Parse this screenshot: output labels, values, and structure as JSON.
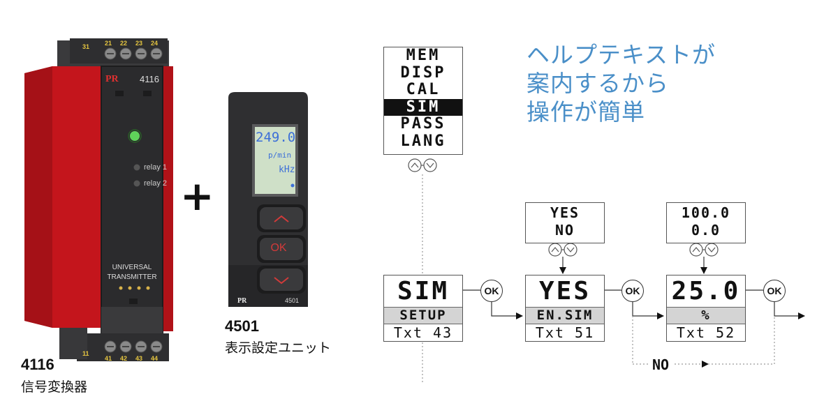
{
  "transmitter": {
    "brand": "PR",
    "model": "4116",
    "relay1": "relay 1",
    "relay2": "relay 2",
    "label_line1": "UNIVERSAL",
    "label_line2": "TRANSMITTER",
    "terminals_top": [
      "31",
      "21",
      "22",
      "23",
      "24"
    ],
    "terminals_bottom": [
      "11",
      "41",
      "42",
      "43",
      "44"
    ],
    "caption_number": "4116",
    "caption_text": "信号変換器"
  },
  "plus_sign": "+",
  "display_unit": {
    "brand": "PR",
    "model": "4501",
    "screen_value": "249.0",
    "screen_unit1": "p/min",
    "screen_unit2": "kHz",
    "ok_button": "OK",
    "caption_number": "4501",
    "caption_text": "表示設定ユニット"
  },
  "headline": [
    "ヘルプテキストが",
    "案内するから",
    "操作が簡単"
  ],
  "menu": {
    "items": [
      "MEM",
      "DISP",
      "CAL",
      "SIM",
      "PASS",
      "LANG"
    ],
    "selected": "SIM"
  },
  "flow": {
    "steps": [
      {
        "main": "SIM",
        "sub": "SETUP",
        "txt": "Txt 43"
      },
      {
        "main": "YES",
        "sub": "EN.SIM",
        "txt": "Txt 51"
      },
      {
        "main": "25.0",
        "sub": "%",
        "txt": "Txt 52"
      }
    ],
    "options_yes_no": [
      "YES",
      "NO"
    ],
    "options_range": [
      "100.0",
      "0.0"
    ],
    "ok_label": "OK",
    "no_label": "NO"
  },
  "colors": {
    "headline": "#4a8fc8",
    "housing_red": "#c4151c",
    "housing_dark": "#2b2b2d",
    "led_green": "#5fd35a",
    "lcd_blue": "#3c6fd8"
  }
}
